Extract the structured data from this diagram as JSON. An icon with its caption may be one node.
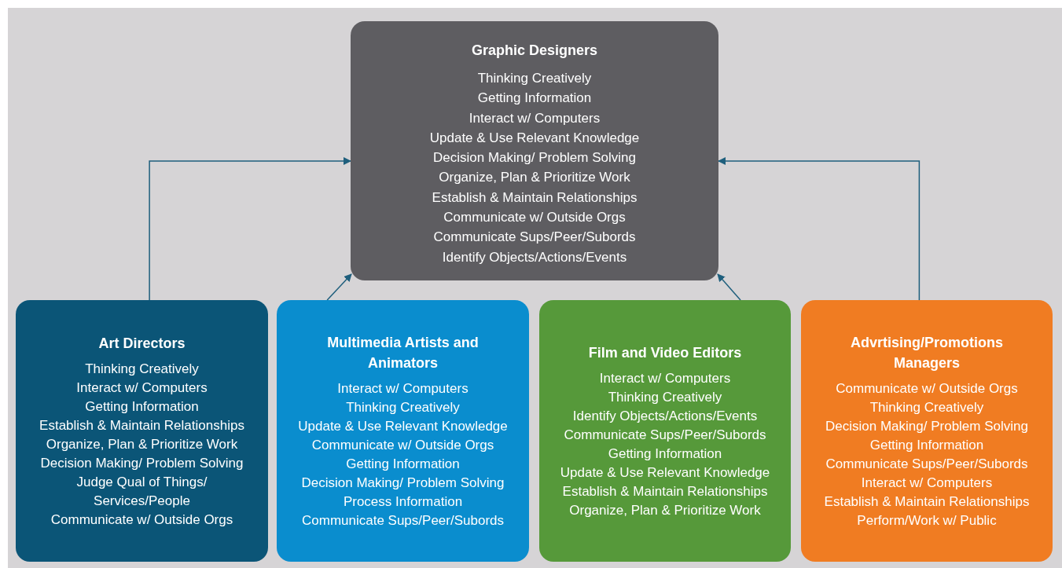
{
  "diagram": {
    "nodes": [
      {
        "text": [
          "Graphic Designers",
          "Thinking Creatively",
          "Getting Information",
          "Interact w/ Computers",
          "Update & Use Relevant Knowledge",
          "Decision Making/ Problem Solving",
          "Organize, Plan & Prioritize Work",
          "Establish & Maintain Relationships",
          "Communicate w/ Outside Orgs",
          "Communicate Sups/Peer/Subords",
          "Identify Objects/Actions/Events"
        ]
      },
      {
        "text": [
          "Art Directors",
          "Thinking Creatively",
          "Interact w/ Computers",
          "Getting Information",
          "Establish & Maintain Relationships",
          "Organize, Plan & Prioritize Work",
          "Decision Making/ Problem Solving",
          "Judge Qual of Things/ Services/People",
          "Communicate w/ Outside Orgs"
        ]
      },
      {
        "text": [
          "Multimedia Artists and Animators",
          "Interact w/ Computers",
          "Thinking Creatively",
          "Update & Use Relevant Knowledge",
          "Communicate w/ Outside Orgs",
          "Getting Information",
          "Decision Making/ Problem Solving",
          "Process Information",
          "Communicate Sups/Peer/Subords"
        ]
      },
      {
        "text": [
          "Film and Video Editors",
          "Interact w/ Computers",
          "Thinking Creatively",
          "Identify Objects/Actions/Events",
          "Communicate Sups/Peer/Subords",
          "Getting Information",
          "Update & Use Relevant Knowledge",
          "Establish & Maintain Relationships",
          "Organize, Plan & Prioritize Work"
        ]
      },
      {
        "text": [
          "Advrtising/Promotions Managers",
          "Communicate w/ Outside Orgs",
          "Thinking Creatively",
          "Decision Making/ Problem Solving",
          "Getting Information",
          "Communicate Sups/Peer/Subords",
          "Interact w/ Computers",
          "Establish & Maintain Relationships",
          "Perform/Work w/ Public"
        ]
      }
    ],
    "edges": [
      {
        "from": 1,
        "to": 0,
        "arrow": "to"
      },
      {
        "from": 2,
        "to": 0,
        "arrow": "to"
      },
      {
        "from": 3,
        "to": 0,
        "arrow": "to"
      },
      {
        "from": 4,
        "to": 0,
        "arrow": "to"
      }
    ]
  }
}
